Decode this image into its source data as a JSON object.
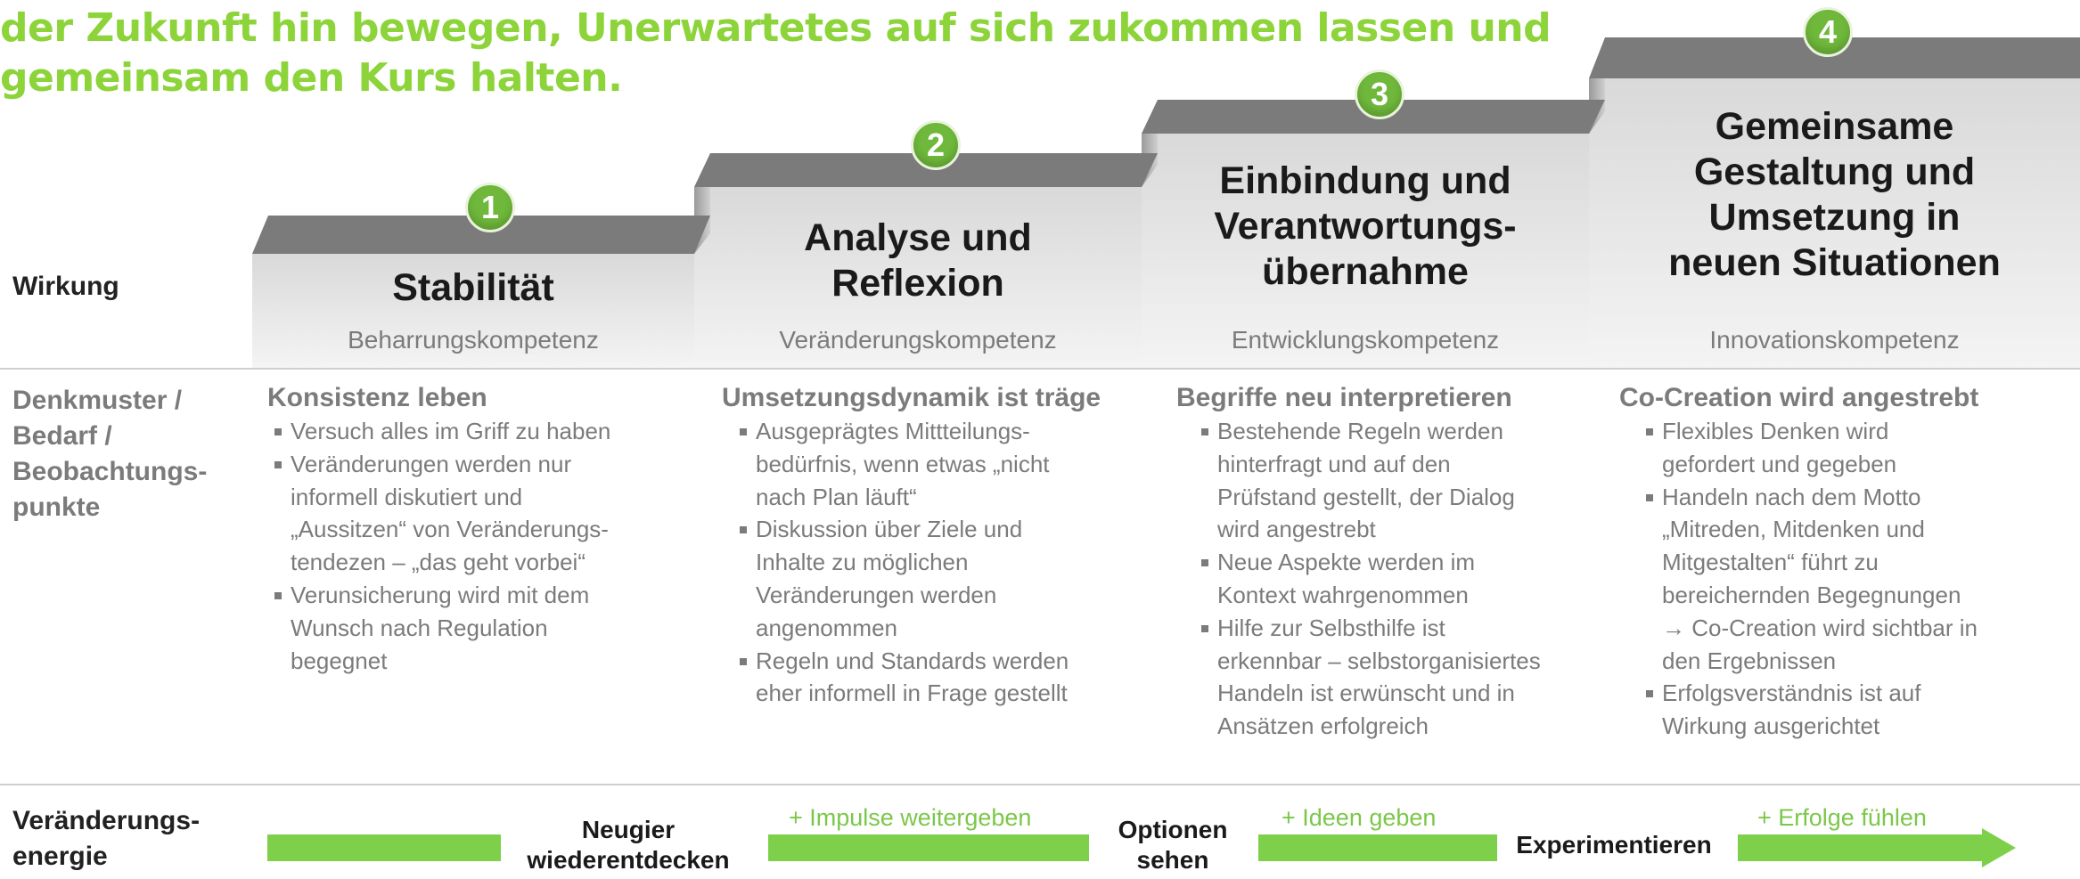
{
  "headline": {
    "line1": "der Zukunft hin bewegen, Unerwartetes auf sich zukommen lassen und",
    "line2": "gemeinsam den Kurs halten."
  },
  "colors": {
    "headline": "#8cd43a",
    "badge": "#6fb83b",
    "stair_top": "#7b7b7b",
    "stair_body": "#e6e6e6",
    "bar": "#7ed04a",
    "text_gray": "#7b7b7b"
  },
  "row_labels": {
    "wirkung": "Wirkung",
    "denkmuster": [
      "Denkmuster /",
      "Bedarf /",
      "Beobachtungs-",
      "punkte"
    ],
    "energie": [
      "Veränderungs-",
      "energie"
    ]
  },
  "stages": [
    {
      "number": "1",
      "title": [
        "Stabilität"
      ],
      "kompetenz": "Beharrungskompetenz",
      "heading": "Konsistenz leben",
      "bullets": [
        [
          "Versuch alles im Griff zu haben"
        ],
        [
          "Veränderungen  werden nur",
          "informell diskutiert und",
          "„Aussitzen“ von Veränderungs-",
          "tendezen – „das geht vorbei“"
        ],
        [
          "Verunsicherung wird mit dem",
          "Wunsch nach Regulation",
          "begegnet"
        ]
      ]
    },
    {
      "number": "2",
      "title": [
        "Analyse und",
        "Reflexion"
      ],
      "kompetenz": "Veränderungskompetenz",
      "heading": "Umsetzungsdynamik ist träge",
      "bullets": [
        [
          "Ausgeprägtes Mittteilungs-",
          "bedürfnis,  wenn etwas „nicht",
          "nach Plan läuft“"
        ],
        [
          "Diskussion über Ziele und",
          "Inhalte zu möglichen",
          "Veränderungen  werden",
          "angenommen"
        ],
        [
          "Regeln und Standards werden",
          "eher informell in Frage gestellt"
        ]
      ]
    },
    {
      "number": "3",
      "title": [
        "Einbindung und",
        "Verantwortungs-",
        "übernahme"
      ],
      "kompetenz": "Entwicklungskompetenz",
      "heading": "Begriffe neu interpretieren",
      "bullets": [
        [
          "Bestehende Regeln werden",
          "hinterfragt und auf den",
          "Prüfstand gestellt, der Dialog",
          "wird angestrebt"
        ],
        [
          "Neue Aspekte werden im",
          "Kontext wahrgenommen"
        ],
        [
          "Hilfe zur Selbsthilfe ist",
          "erkennbar – selbstorganisiertes",
          "Handeln ist erwünscht und in",
          "Ansätzen erfolgreich"
        ]
      ]
    },
    {
      "number": "4",
      "title": [
        "Gemeinsame",
        "Gestaltung und",
        "Umsetzung in",
        "neuen Situationen"
      ],
      "kompetenz": "Innovationskompetenz",
      "heading": "Co-Creation wird angestrebt",
      "bullets": [
        [
          "Flexibles Denken wird",
          "gefordert  und gegeben"
        ],
        [
          "Handeln nach dem Motto",
          "„Mitreden, Mitdenken und",
          "Mitgestalten“ führt zu",
          "bereichernden  Begegnungen",
          "→ Co-Creation  wird sichtbar in",
          "den Ergebnissen"
        ],
        [
          "Erfolgsverständnis  ist auf",
          "Wirkung ausgerichtet"
        ]
      ]
    }
  ],
  "energy": {
    "words": [
      [
        "Neugier",
        "wiederentdecken"
      ],
      [
        "Optionen",
        "sehen"
      ],
      [
        "Experimentieren"
      ]
    ],
    "plus": [
      "+ Impulse  weitergeben",
      "+ Ideen  geben",
      "+ Erfolge  fühlen"
    ]
  }
}
